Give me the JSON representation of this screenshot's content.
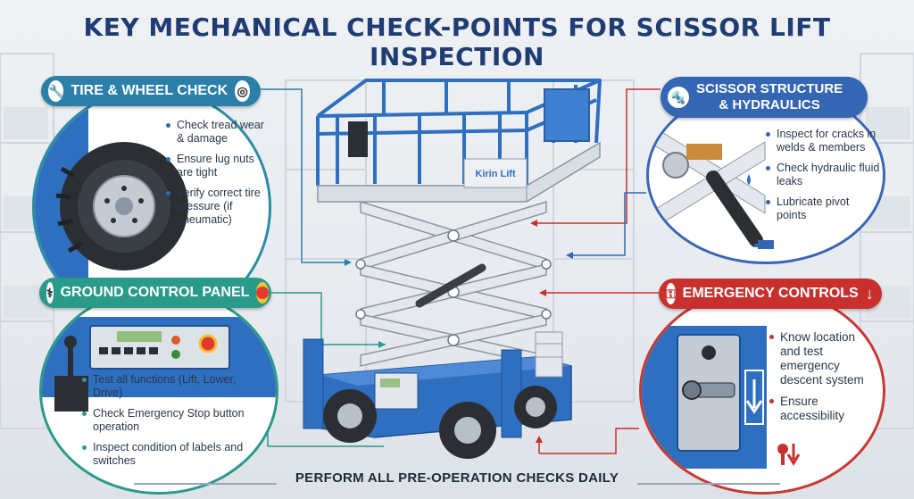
{
  "title": "KEY MECHANICAL CHECK-POINTS FOR SCISSOR LIFT INSPECTION",
  "colors": {
    "title": "#1f3d73",
    "tire": "#2b7fa8",
    "ground": "#2a9a8a",
    "scissor": "#3466b4",
    "emergency": "#c8302e",
    "lift_blue": "#2f6fc0"
  },
  "lift": {
    "brand_label": "Kirin Lift"
  },
  "sections": {
    "tire": {
      "label": "TIRE & WHEEL CHECK",
      "icon": "wrench-icon",
      "badge_icon": "tire-gauge-icon",
      "items": [
        "Check tread wear & damage",
        "Ensure lug nuts are tight",
        "Verify correct tire pressure (if pneumatic)"
      ]
    },
    "ground": {
      "label": "GROUND CONTROL PANEL",
      "icon": "joystick-icon",
      "badge_icon": "stop-button-icon",
      "items": [
        "Test all functions (Lift, Lower, Drive)",
        "Check Emergency Stop button operation",
        "Inspect condition of labels and switches"
      ]
    },
    "scissor": {
      "label_line1": "SCISSOR STRUCTURE",
      "label_line2": "& HYDRAULICS",
      "icon": "grease-gun-icon",
      "items": [
        "Inspect for cracks in welds & members",
        "Check hydraulic fluid leaks",
        "Lubricate pivot points"
      ]
    },
    "emergency": {
      "label": "EMERGENCY CONTROLS",
      "icon": "key-icon",
      "badge_icon": "down-arrow-icon",
      "items": [
        "Know location and test emergency descent system",
        "Ensure accessibility"
      ]
    }
  },
  "footer": "PERFORM ALL PRE-OPERATION CHECKS DAILY"
}
